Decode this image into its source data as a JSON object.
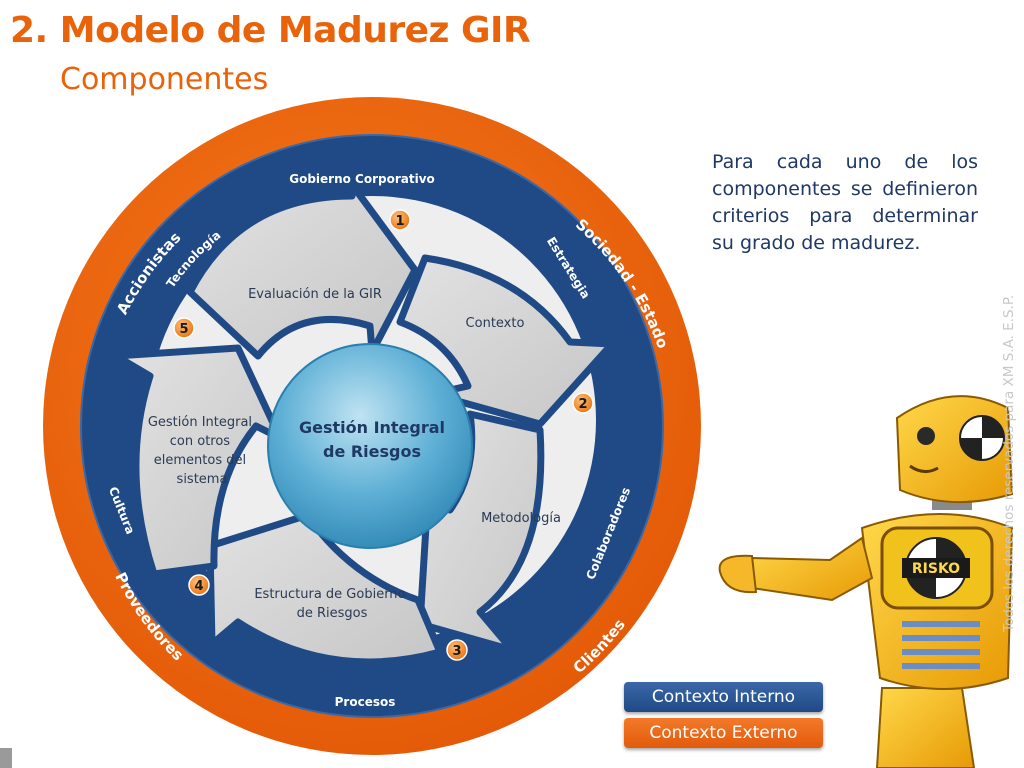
{
  "title": "2. Modelo de Madurez GIR",
  "subtitle": "Componentes",
  "description": "Para cada uno de los componentes se definieron criterios para determinar su grado de madurez.",
  "copyright": "Todos los derechos reservados para XM S.A. E.S.P.",
  "center": {
    "line1": "Gestión Integral",
    "line2": "de Riesgos"
  },
  "outer_ring": [
    "Accionistas",
    "Sociedad - Estado",
    "Clientes",
    "Proveedores"
  ],
  "middle_ring": {
    "top": "Gobierno Corporativo",
    "bottom": "Procesos",
    "tecnologia": "Tecnología",
    "estrategia": "Estrategia",
    "colaboradores": "Colaboradores",
    "cultura": "Cultura"
  },
  "components": [
    {
      "number": "1",
      "lines": [
        "Evaluación de la GIR"
      ]
    },
    {
      "number": "2",
      "lines": [
        "Contexto"
      ]
    },
    {
      "number": "3",
      "lines": [
        "Metodología"
      ]
    },
    {
      "number": "4",
      "lines": [
        "Estructura de Gobierno",
        "de Riesgos"
      ]
    },
    {
      "number": "5",
      "lines": [
        "Gestión Integral",
        "con otros",
        "elementos del",
        "sistema"
      ]
    }
  ],
  "legend": {
    "internal": "Contexto Interno",
    "external": "Contexto Externo"
  },
  "robot_badge": "RISKO",
  "colors": {
    "orange": "#e8630a",
    "navy": "#1f4a86",
    "arrow_gray": "#d4d4d4",
    "center_blue": "#3a9bc4",
    "badge": "#f08a1e"
  }
}
